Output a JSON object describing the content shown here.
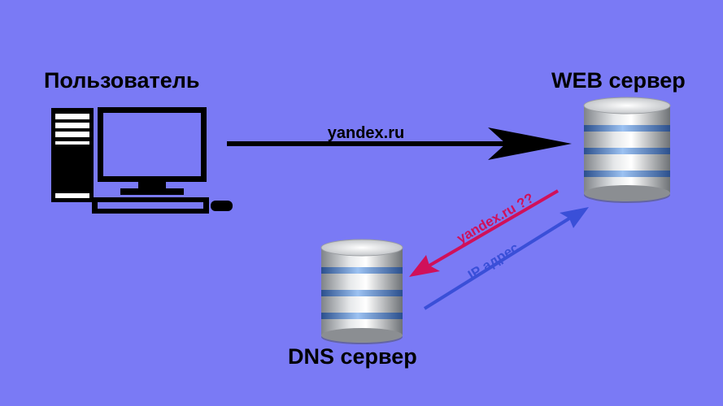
{
  "labels": {
    "user": "Пользователь",
    "web_server": "WEB сервер",
    "dns_server": "DNS сервер"
  },
  "arrows": {
    "request": "yandex.ru",
    "dns_query": "yandex.ru ??",
    "dns_reply": "IP адрес"
  },
  "colors": {
    "background": "#7a7af5",
    "request_arrow": "#000000",
    "query_arrow": "#d0105a",
    "reply_arrow": "#3a4fd8"
  },
  "icons": {
    "user": "desktop-computer-icon",
    "web_server": "database-server-icon",
    "dns_server": "database-server-icon"
  }
}
